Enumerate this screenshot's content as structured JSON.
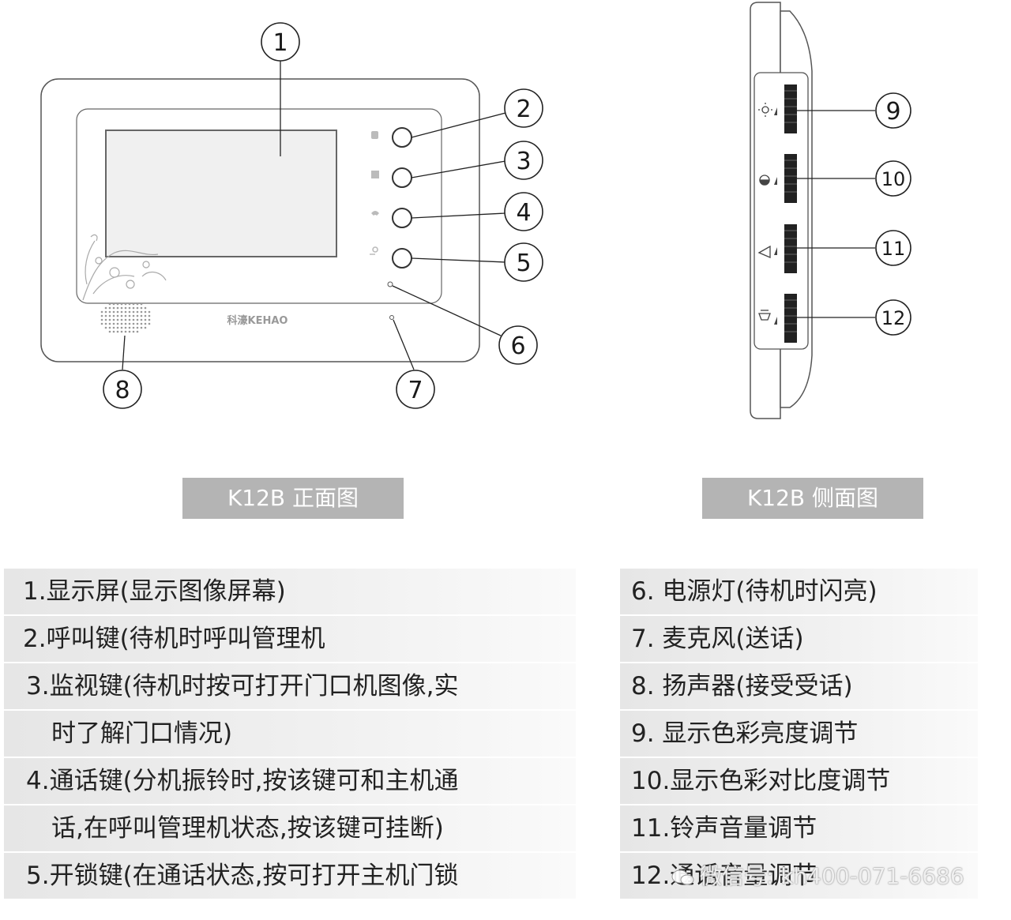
{
  "front": {
    "caption": "K12B 正面图",
    "brand": "科濠KEHAO",
    "callouts": [
      "①",
      "②",
      "③",
      "④",
      "⑤",
      "⑥",
      "⑦",
      "⑧"
    ]
  },
  "side": {
    "caption": "K12B 侧面图",
    "callouts": [
      "⑨",
      "⑩",
      "⑪",
      "⑫"
    ]
  },
  "left_list": [
    "1.显示屏(显示图像屏幕)",
    "2.呼叫键(待机时呼叫管理机",
    "3.监视键(待机时按可打开门口机图像,实",
    "时了解门口情况)",
    "4.通话键(分机振铃时,按该键可和主机通",
    "话,在呼叫管理机状态,按该键可挂断)",
    "5.开锁键(在通话状态,按可打开主机门锁"
  ],
  "right_list": [
    "6. 电源灯(待机时闪亮)",
    "7. 麦克风(送话)",
    "8. 扬声器(接受受话)",
    "9. 显示色彩亮度调节",
    "10.显示色彩对比度调节",
    "11.铃声音量调节",
    "12.通话音量调节"
  ],
  "watermark": "微信号: kh400-071-6686"
}
